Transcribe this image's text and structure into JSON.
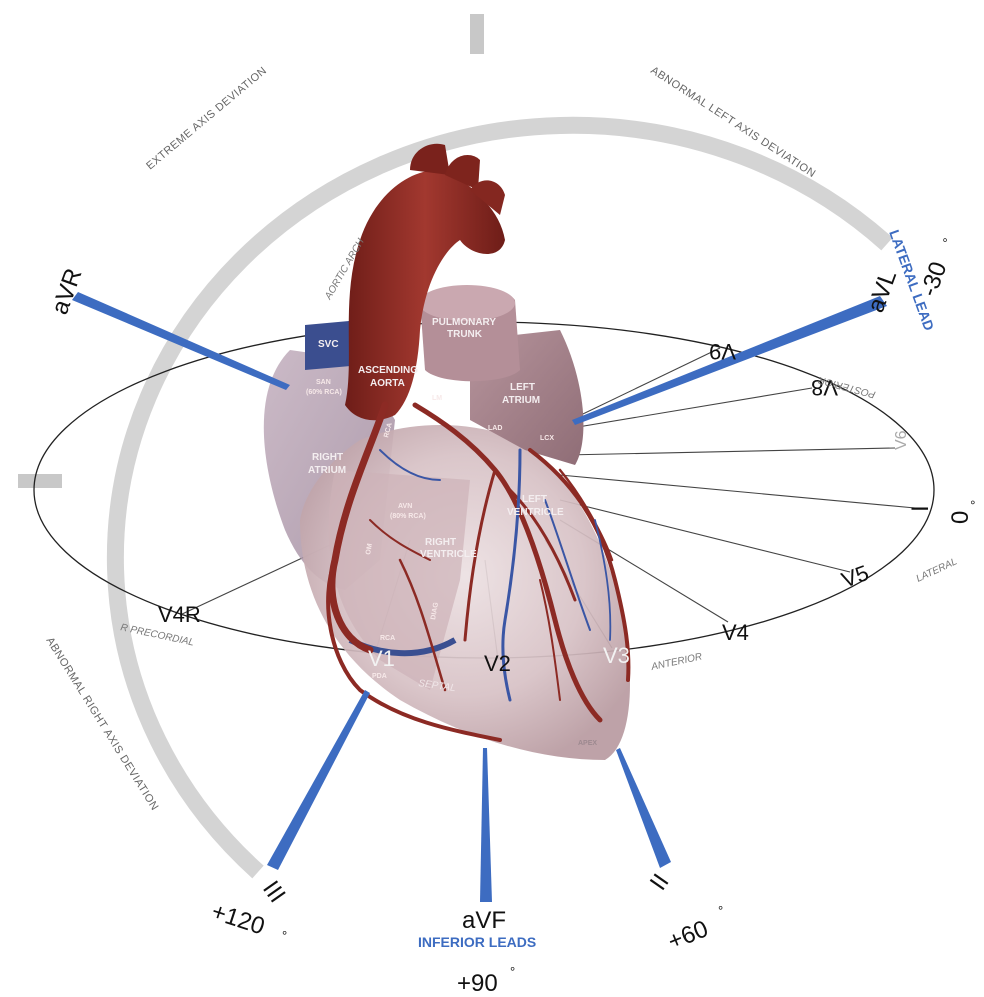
{
  "axis_zones": {
    "extreme": "EXTREME AXIS DEVIATION",
    "abnormal_left": "ABNORMAL LEFT AXIS DEVIATION",
    "abnormal_right": "ABNORMAL RIGHT AXIS DEVIATION"
  },
  "limb_leads": {
    "avr": "aVR",
    "avl": "aVL",
    "i": "I",
    "ii": "II",
    "iii": "III",
    "avf": "aVF"
  },
  "angles": {
    "minus30": "-30",
    "zero": "0",
    "plus60": "+60",
    "plus90": "+90",
    "plus120": "+120",
    "degree_symbol": "°"
  },
  "group_labels": {
    "lateral_lead": "LATERAL LEAD",
    "inferior_leads": "INFERIOR LEADS"
  },
  "precordial_leads": {
    "v1": "V1",
    "v2": "V2",
    "v3": "V3",
    "v4": "V4",
    "v5": "V5",
    "v6": "V6",
    "v8": "V8",
    "v9": "V9",
    "v4r": "V4R"
  },
  "precordial_regions": {
    "posterior": "POSTERIOR",
    "lateral": "LATERAL",
    "anterior": "ANTERIOR",
    "septal": "SEPTAL",
    "r_precordial": "R PRECORDIAL"
  },
  "anatomy": {
    "svc": "SVC",
    "ascending_aorta_1": "ASCENDING",
    "ascending_aorta_2": "AORTA",
    "pulmonary_trunk_1": "PULMONARY",
    "pulmonary_trunk_2": "TRUNK",
    "left_atrium_1": "LEFT",
    "left_atrium_2": "ATRIUM",
    "right_atrium_1": "RIGHT",
    "right_atrium_2": "ATRIUM",
    "left_ventricle_1": "LEFT",
    "left_ventricle_2": "VENTRICLE",
    "right_ventricle_1": "RIGHT",
    "right_ventricle_2": "VENTRICLE",
    "san_1": "SAN",
    "san_2": "(60% RCA)",
    "avn_1": "AVN",
    "avn_2": "(80% RCA)",
    "apex": "APEX",
    "aortic_arch": "AORTIC ARCH"
  },
  "vessels": {
    "rca": "RCA",
    "lm": "LM",
    "lad": "LAD",
    "lcx": "LCX",
    "pda": "PDA",
    "om": "OM",
    "diag": "DIAG"
  },
  "colors": {
    "axis_ring": "#d4d4d4",
    "lead_blue": "#3d6cc1",
    "vessel_red": "#8c2a24",
    "heart_tint": "#d9c3c6"
  }
}
